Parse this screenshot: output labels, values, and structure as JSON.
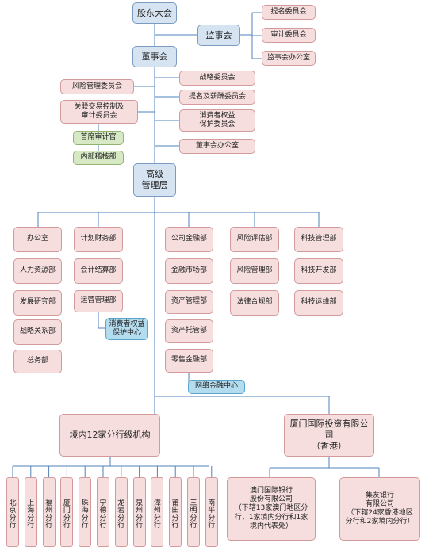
{
  "top": {
    "shareholders": "股东大会",
    "supervisory_board": "监事会",
    "board": "董事会",
    "senior_management": "高级\n管理层"
  },
  "supervisory_committees": [
    "提名委员会",
    "审计委员会",
    "监事会办公室"
  ],
  "board_right_committees": [
    "战略委员会",
    "提名及薪酬委员会",
    "消费者权益\n保护委员会",
    "董事会办公室"
  ],
  "board_left_committees": [
    "风险管理委员会",
    "关联交易控制及\n审计委员会"
  ],
  "audit_units": [
    "首席审计官",
    "内部稽核部"
  ],
  "departments": {
    "col1": [
      "办公室",
      "人力资源部",
      "发展研究部",
      "战略关系部",
      "总务部"
    ],
    "col2": [
      "计划财务部",
      "会计结算部",
      "运营管理部"
    ],
    "col2_sub": "消费者权益\n保护中心",
    "col3": [
      "公司金融部",
      "金融市场部",
      "资产管理部",
      "资产托管部",
      "零售金融部"
    ],
    "col3_sub": "网络金融中心",
    "col4": [
      "风险评估部",
      "风险管理部",
      "法律合规部"
    ],
    "col5": [
      "科技管理部",
      "科技开发部",
      "科技运维部"
    ]
  },
  "domestic_branches_label": "境内12家分行级机构",
  "hk_company": "厦门国际投资有限公司\n（香港）",
  "macau_bank": "澳门国际银行\n股份有限公司\n（下辖13家澳门地区分\n行，1家境内分行和1家\n境内代表处）",
  "chiyu_bank": "集友银行\n有限公司\n（下辖24家香港地区\n分行和2家境内分行）",
  "branches": [
    "北京分行",
    "上海分行",
    "福州分行",
    "厦门分行",
    "珠海分行",
    "宁德分行",
    "龙岩分行",
    "泉州分行",
    "漳州分行",
    "莆田分行",
    "三明分行",
    "南平分行"
  ]
}
